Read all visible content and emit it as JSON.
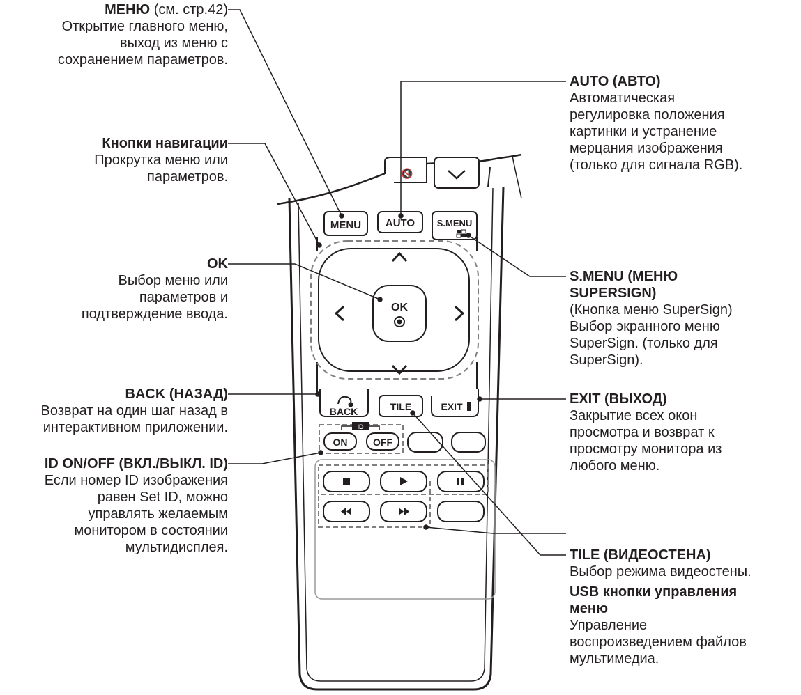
{
  "remote": {
    "top_hidden_labels": [
      "",
      ""
    ],
    "buttons": {
      "menu": "MENU",
      "auto": "AUTO",
      "smenu": "S.MENU",
      "ok": "OK",
      "back": "BACK",
      "tile": "TILE",
      "exit": "EXIT",
      "id_badge": "ID",
      "on": "ON",
      "off": "OFF"
    }
  },
  "annotations": {
    "menu": {
      "title": "МЕНЮ",
      "ref": " (см. стр.42)",
      "desc": [
        "Открытие главного меню,",
        "выход из меню с",
        "сохранением параметров."
      ]
    },
    "nav": {
      "title": "Кнопки навигации",
      "desc": [
        "Прокрутка меню или",
        "параметров."
      ]
    },
    "ok": {
      "title": "OK",
      "desc": [
        "Выбор меню или",
        "параметров и",
        "подтверждение ввода."
      ]
    },
    "back": {
      "title": "BACK (НАЗАД)",
      "desc": [
        "Возврат на один шаг назад в",
        "интерактивном приложении."
      ]
    },
    "id": {
      "title": "ID ON/OFF (ВКЛ./ВЫКЛ. ID)",
      "desc": [
        "Если номер ID изображения",
        "равен Set ID, можно",
        "управлять желаемым",
        "монитором в состоянии",
        "мультидисплея."
      ]
    },
    "auto": {
      "title": "AUTO (АВТО)",
      "desc": [
        "Автоматическая",
        "регулировка положения",
        "картинки и устранение",
        "мерцания изображения",
        "(только для сигнала RGB)."
      ]
    },
    "smenu": {
      "title": [
        "S.MENU (МЕНЮ",
        "SUPERSIGN)"
      ],
      "desc": [
        "(Кнопка меню SuperSign)",
        "Выбор экранного меню",
        "SuperSign. (только для",
        "SuperSign)."
      ]
    },
    "exit": {
      "title": "EXIT (ВЫХОД)",
      "desc": [
        "Закрытие всех окон",
        "просмотра и возврат к",
        "просмотру монитора из",
        "любого меню."
      ]
    },
    "tile": {
      "title": "TILE (ВИДЕОСТЕНА)",
      "desc": [
        "Выбор режима видеостены."
      ]
    },
    "usb": {
      "title": [
        "USB кнопки управления",
        "меню"
      ],
      "desc": [
        "Управление",
        "воспроизведением файлов",
        "мультимедиа."
      ]
    }
  }
}
